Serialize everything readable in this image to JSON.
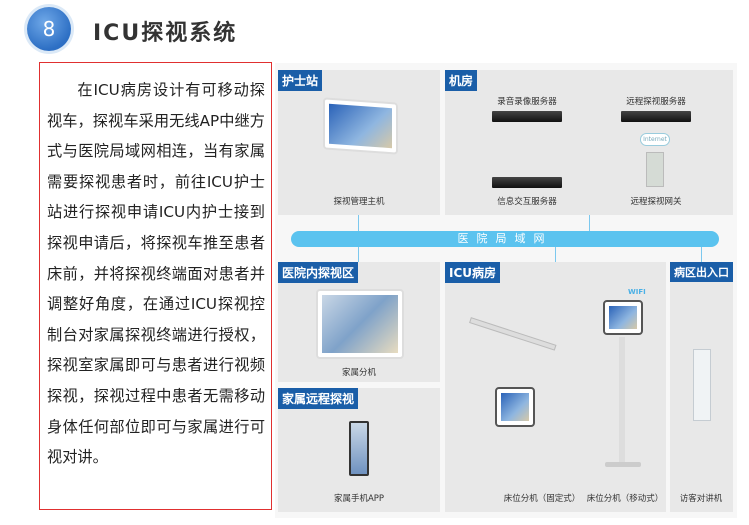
{
  "header": {
    "number": "8",
    "title": "ICU探视系统"
  },
  "description": "在ICU病房设计有可移动探视车，探视车采用无线AP中继方式与医院局域网相连，当有家属需要探视患者时，前往ICU护士站进行探视申请ICU内护士接到探视申请后，将探视车推至患者床前，并将探视终端面对患者并调整好角度，在通过ICU探视控制台对家属探视终端进行授权，探视室家属即可与患者进行视频探视，探视过程中患者无需移动身体任何部位即可与家属进行可视对讲。",
  "diagram": {
    "lan_label": "医院局域网",
    "nurse": {
      "title": "护士站",
      "device": "探视管理主机"
    },
    "server_room": {
      "title": "机房",
      "recorder": "录音录像服务器",
      "remote_server": "远程探视服务器",
      "internet": "Internet",
      "info_server": "信息交互服务器",
      "gateway": "远程探视网关"
    },
    "visit_area": {
      "title": "医院内探视区",
      "device": "家属分机"
    },
    "remote": {
      "title": "家属远程探视",
      "device": "家属手机APP"
    },
    "icu": {
      "title": "ICU病房",
      "fixed": "床位分机（固定式）",
      "mobile": "床位分机（移动式）",
      "wifi": "WIFI"
    },
    "entrance": {
      "title": "病区出入口",
      "device": "访客对讲机"
    }
  }
}
